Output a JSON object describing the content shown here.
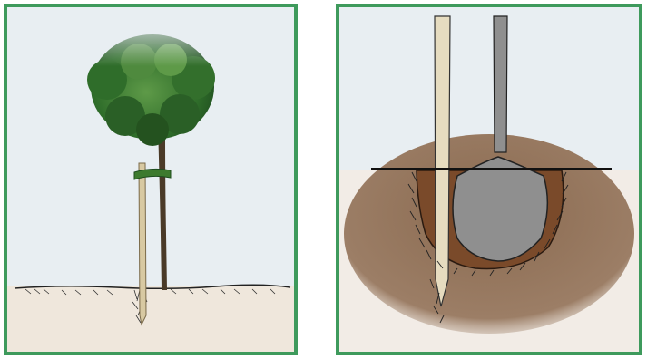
{
  "palette": {
    "frame_green": "#3e9a5c",
    "sky": "#e8eef2",
    "ground": "#efe7dc",
    "soil_brown": "#8a6a50",
    "backfill_brown": "#7a4a2a",
    "spade_grey": "#8f8f8f",
    "stake_tan": "#d8c9a2",
    "tie_green": "#3d7a2e",
    "foliage_green": "#3f7f35"
  },
  "panels": [
    {
      "name": "tree-planted-with-stake",
      "icon": "tree-stake-illustration"
    },
    {
      "name": "spade-and-stake-in-hole",
      "icon": "spade-hole-illustration"
    }
  ]
}
